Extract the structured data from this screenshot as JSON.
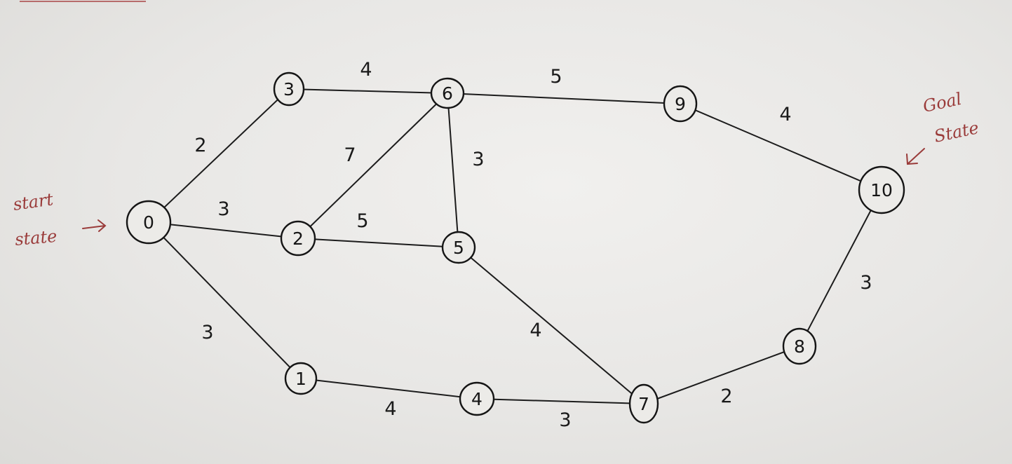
{
  "annotations": {
    "start_line1": "start",
    "start_line2": "state",
    "goal_line1": "Goal",
    "goal_line2": "State"
  },
  "colors": {
    "ink": "#151515",
    "annotation": "#9a3b3a",
    "paper": "#ecebea"
  },
  "nodes": [
    {
      "id": "n0",
      "label": "0"
    },
    {
      "id": "n3",
      "label": "3"
    },
    {
      "id": "n2",
      "label": "2"
    },
    {
      "id": "n1",
      "label": "1"
    },
    {
      "id": "n6",
      "label": "6"
    },
    {
      "id": "n5",
      "label": "5"
    },
    {
      "id": "n4",
      "label": "4"
    },
    {
      "id": "n9",
      "label": "9"
    },
    {
      "id": "n7",
      "label": "7"
    },
    {
      "id": "n10",
      "label": "10"
    },
    {
      "id": "n8",
      "label": "8"
    }
  ],
  "edges": [
    {
      "id": "e0-3",
      "from": "n0",
      "to": "n3",
      "weight": "2"
    },
    {
      "id": "e0-2",
      "from": "n0",
      "to": "n2",
      "weight": "3"
    },
    {
      "id": "e0-1",
      "from": "n0",
      "to": "n1",
      "weight": "3"
    },
    {
      "id": "e3-6",
      "from": "n3",
      "to": "n6",
      "weight": "4"
    },
    {
      "id": "e2-6",
      "from": "n2",
      "to": "n6",
      "weight": "7"
    },
    {
      "id": "e2-5",
      "from": "n2",
      "to": "n5",
      "weight": "5"
    },
    {
      "id": "e6-5",
      "from": "n6",
      "to": "n5",
      "weight": "3"
    },
    {
      "id": "e6-9",
      "from": "n6",
      "to": "n9",
      "weight": "5"
    },
    {
      "id": "e9-10",
      "from": "n9",
      "to": "n10",
      "weight": "4"
    },
    {
      "id": "e5-7",
      "from": "n5",
      "to": "n7",
      "weight": "4"
    },
    {
      "id": "e1-4",
      "from": "n1",
      "to": "n4",
      "weight": "4"
    },
    {
      "id": "e4-7",
      "from": "n4",
      "to": "n7",
      "weight": "3"
    },
    {
      "id": "e7-8",
      "from": "n7",
      "to": "n8",
      "weight": "2"
    },
    {
      "id": "e8-10",
      "from": "n8",
      "to": "n10",
      "weight": "3"
    }
  ]
}
